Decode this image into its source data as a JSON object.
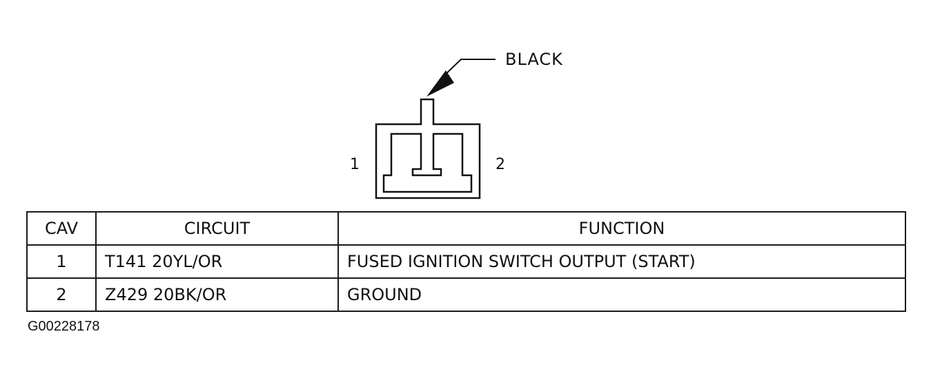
{
  "connector": {
    "color_label": "BLACK",
    "pins": [
      "1",
      "2"
    ]
  },
  "table": {
    "headers": [
      "CAV",
      "CIRCUIT",
      "FUNCTION"
    ],
    "rows": [
      {
        "cav": "1",
        "circuit": "T141 20YL/OR",
        "function": "FUSED IGNITION SWITCH OUTPUT (START)"
      },
      {
        "cav": "2",
        "circuit": "Z429 20BK/OR",
        "function": "GROUND"
      }
    ]
  },
  "figure_id": "G00228178"
}
